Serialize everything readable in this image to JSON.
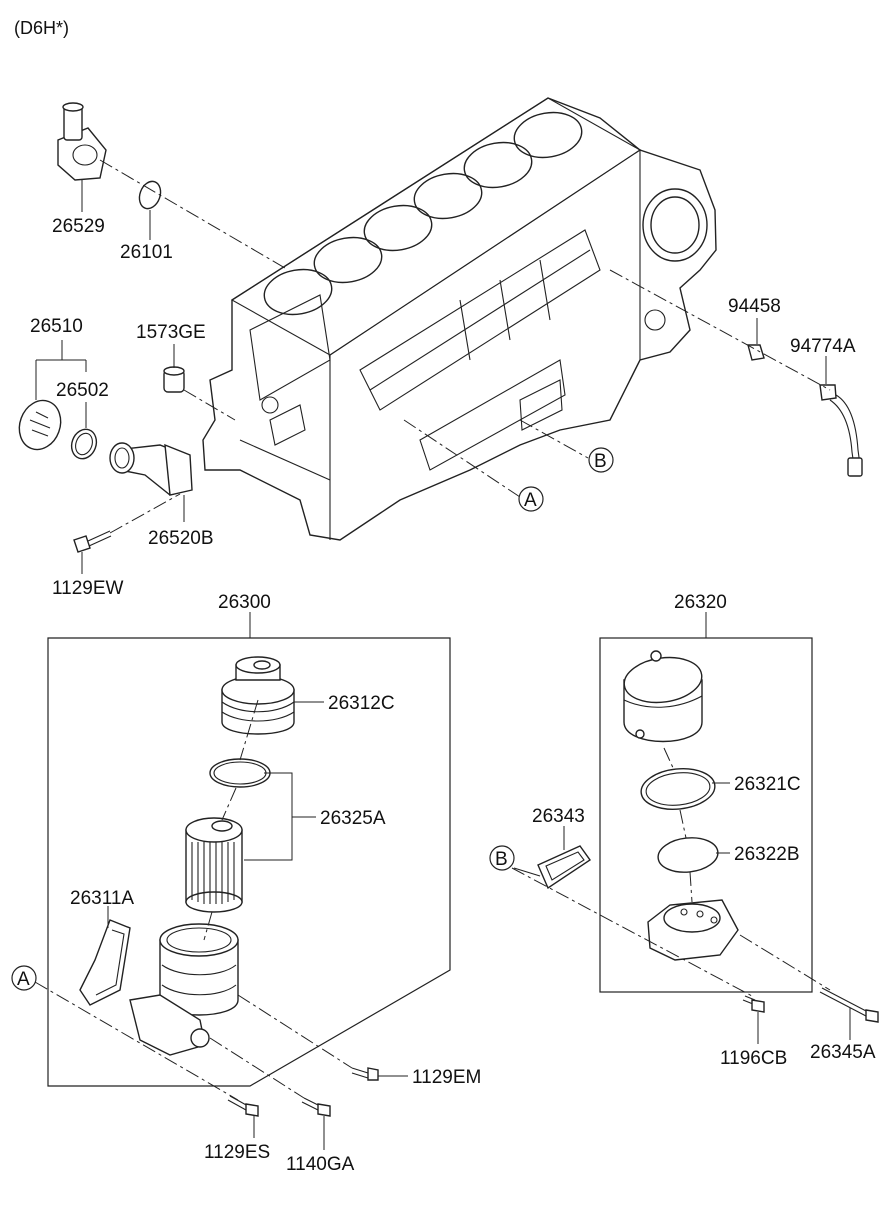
{
  "header": {
    "model": "(D6H*)"
  },
  "parts": {
    "p26529": "26529",
    "p26101": "26101",
    "p26510": "26510",
    "p26502": "26502",
    "p1573GE": "1573GE",
    "p26520B": "26520B",
    "p1129EW": "1129EW",
    "p94458": "94458",
    "p94774A": "94774A",
    "p26300": "26300",
    "p26312C": "26312C",
    "p26325A": "26325A",
    "p26311A": "26311A",
    "p1129EM": "1129EM",
    "p1129ES": "1129ES",
    "p1140GA": "1140GA",
    "p26320": "26320",
    "p26321C": "26321C",
    "p26322B": "26322B",
    "p26343": "26343",
    "p1196CB": "1196CB",
    "p26345A": "26345A"
  },
  "refs": {
    "a": "A",
    "b": "B"
  }
}
